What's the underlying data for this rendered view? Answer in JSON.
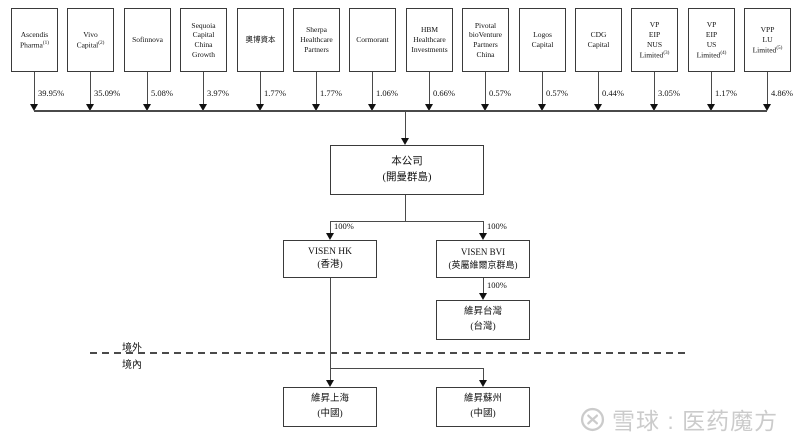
{
  "diagram": {
    "shareholders": [
      {
        "name": "Ascendis\nPharma",
        "sup": "(1)",
        "pct": "39.95%"
      },
      {
        "name": "Vivo\nCapital",
        "sup": "(2)",
        "pct": "35.09%"
      },
      {
        "name": "Sofinnova",
        "pct": "5.08%"
      },
      {
        "name": "Sequoia\nCapital\nChina\nGrowth",
        "pct": "3.97%"
      },
      {
        "name": "奧博資本",
        "pct": "1.77%"
      },
      {
        "name": "Sherpa\nHealthcare\nPartners",
        "pct": "1.77%"
      },
      {
        "name": "Cormorant",
        "pct": "1.06%"
      },
      {
        "name": "HBM\nHealthcare\nInvestments",
        "pct": "0.66%"
      },
      {
        "name": "Pivotal\nbioVenture\nPartners\nChina",
        "pct": "0.57%"
      },
      {
        "name": "Logos\nCapital",
        "pct": "0.57%"
      },
      {
        "name": "CDG\nCapital",
        "pct": "0.44%"
      },
      {
        "name": "VP\nEIP\nNUS\nLimited",
        "sup": "(3)",
        "pct": "3.05%"
      },
      {
        "name": "VP\nEIP\nUS\nLimited",
        "sup": "(4)",
        "pct": "1.17%"
      },
      {
        "name": "VPP\nLU\nLimited",
        "sup": "(5)",
        "pct": "4.86%"
      }
    ],
    "company": {
      "name": "本公司",
      "location": "(開曼群島)"
    },
    "visen_hk": {
      "name": "VISEN HK",
      "location": "(香港)",
      "ownership": "100%"
    },
    "visen_bvi": {
      "name": "VISEN BVI",
      "location": "(英屬維爾京群島)",
      "ownership": "100%"
    },
    "visen_tw": {
      "name": "維昇台灣",
      "location": "(台灣)",
      "ownership": "100%"
    },
    "visen_sh": {
      "name": "維昇上海",
      "location": "(中國)"
    },
    "visen_sz": {
      "name": "維昇蘇州",
      "location": "(中國)"
    },
    "border_labels": {
      "offshore": "境外",
      "onshore": "境內"
    }
  },
  "watermark": {
    "text": "雪球 : 医药魔方"
  },
  "colors": {
    "line": "#4a4a4a",
    "box_border": "#3a3a3a",
    "text": "#111111",
    "watermark": "#cbcbcb"
  }
}
